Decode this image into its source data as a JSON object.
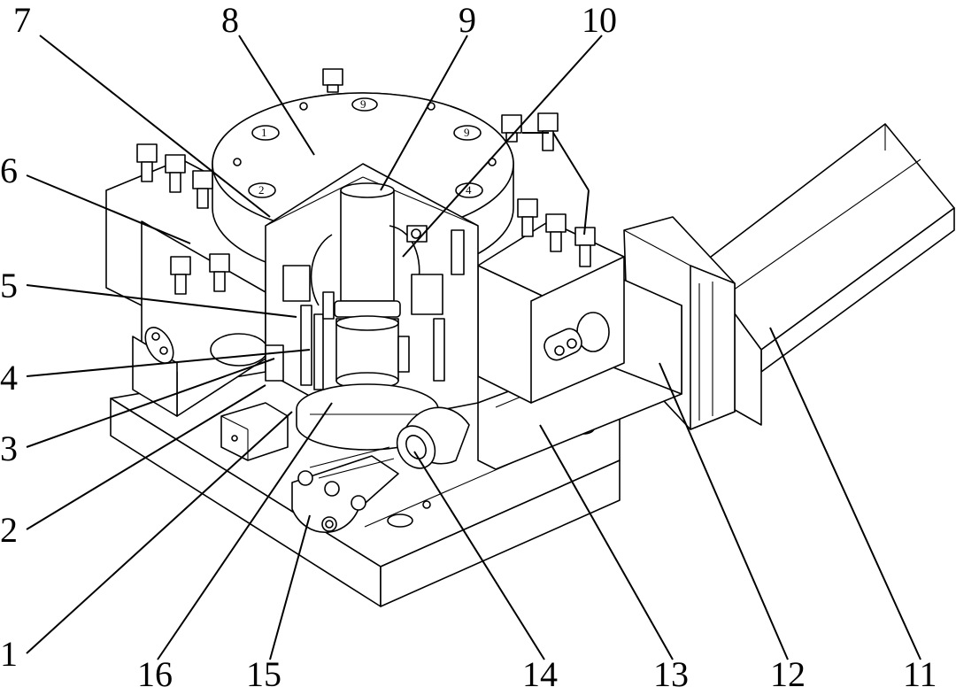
{
  "figure": {
    "part_labels": [
      "1",
      "2",
      "3",
      "4",
      "5",
      "6",
      "7",
      "8",
      "9",
      "10",
      "11",
      "12",
      "13",
      "14",
      "15",
      "16"
    ],
    "engraved_marks": [
      "1",
      "2",
      "9",
      "9",
      "4"
    ]
  }
}
